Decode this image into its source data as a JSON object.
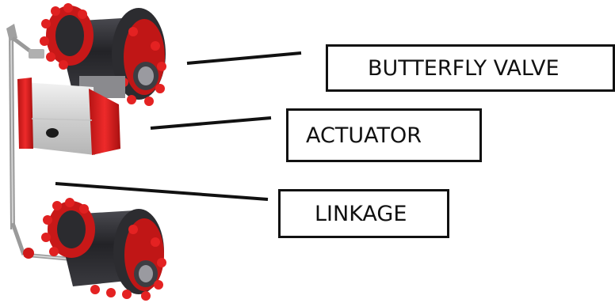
{
  "labels": {
    "butterfly_valve": "BUTTERFLY VALVE",
    "actuator": "ACTUATOR",
    "linkage": "LINKAGE"
  },
  "colors": {
    "flange": "#d01818",
    "pipe": "#2f2f33",
    "actuator_body": "#d8d8d8",
    "actuator_cap": "#e02020",
    "linkage": "#a8a8a8",
    "leader_line": "#111111"
  },
  "components": [
    {
      "name": "butterfly-valve-upper",
      "icon": "butterfly-valve-icon"
    },
    {
      "name": "actuator",
      "icon": "pneumatic-actuator-icon"
    },
    {
      "name": "butterfly-valve-lower",
      "icon": "butterfly-valve-icon"
    },
    {
      "name": "linkage",
      "icon": "linkage-rod-icon"
    }
  ]
}
